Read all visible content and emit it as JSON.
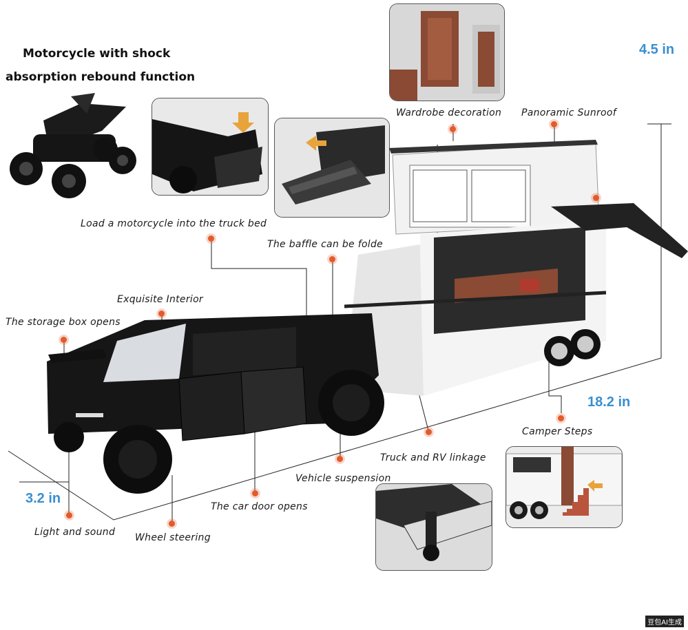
{
  "heading": {
    "line1": "Motorcycle with shock",
    "line2": "absorption rebound function"
  },
  "dimensions": {
    "height": "4.5 in",
    "length": "18.2 in",
    "width": "3.2 in"
  },
  "callouts": {
    "load_motorcycle": "Load a motorcycle into the truck bed",
    "baffle": "The baffle can be folde",
    "wardrobe": "Wardrobe decoration",
    "sunroof": "Panoramic Sunroof",
    "exquisite_interior": "Exquisite Interior",
    "storage_box": "The storage box opens",
    "camper_steps": "Camper Steps",
    "linkage": "Truck and RV linkage",
    "suspension": "Vehicle suspension",
    "door": "The car door opens",
    "light_sound": "Light and sound",
    "steering": "Wheel steering"
  },
  "watermark": "豆包AI生成",
  "colors": {
    "dot": "#e25b2c",
    "dimension_text": "#3a8fd0",
    "truck_body": "#161616",
    "rv_body": "#eeeeee",
    "interior": "#8a4a33"
  },
  "icons": [
    "motorcycle-image",
    "truck-bed-image",
    "ramp-image",
    "wardrobe-image",
    "steps-image",
    "hitch-image",
    "truck-image",
    "rv-image"
  ]
}
